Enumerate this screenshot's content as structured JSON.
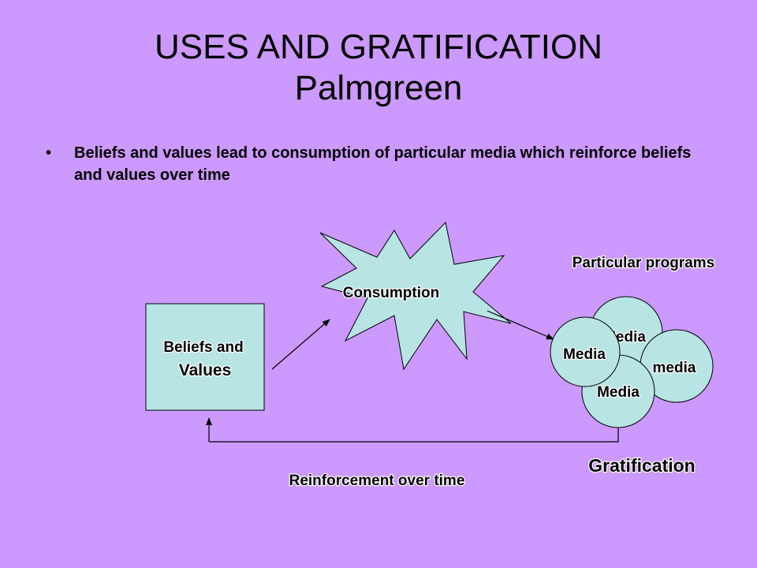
{
  "title": {
    "line1": "USES AND GRATIFICATION",
    "line2": "Palmgreen"
  },
  "bullet": {
    "symbol": "•",
    "text": "Beliefs and values lead to consumption of particular media which reinforce beliefs and values over time"
  },
  "diagram": {
    "box_line1": "Beliefs and",
    "box_line2": "Values",
    "consumption": "Consumption",
    "particular_programs": "Particular programs",
    "media_back_top": "Media",
    "media_back_right": "media",
    "media_bottom": "Media",
    "media_front": "Media",
    "gratification": "Gratification",
    "reinforcement": "Reinforcement over time"
  },
  "colors": {
    "background": "#cc99ff",
    "shape_fill": "#b8e4e4",
    "outline": "#000000"
  }
}
